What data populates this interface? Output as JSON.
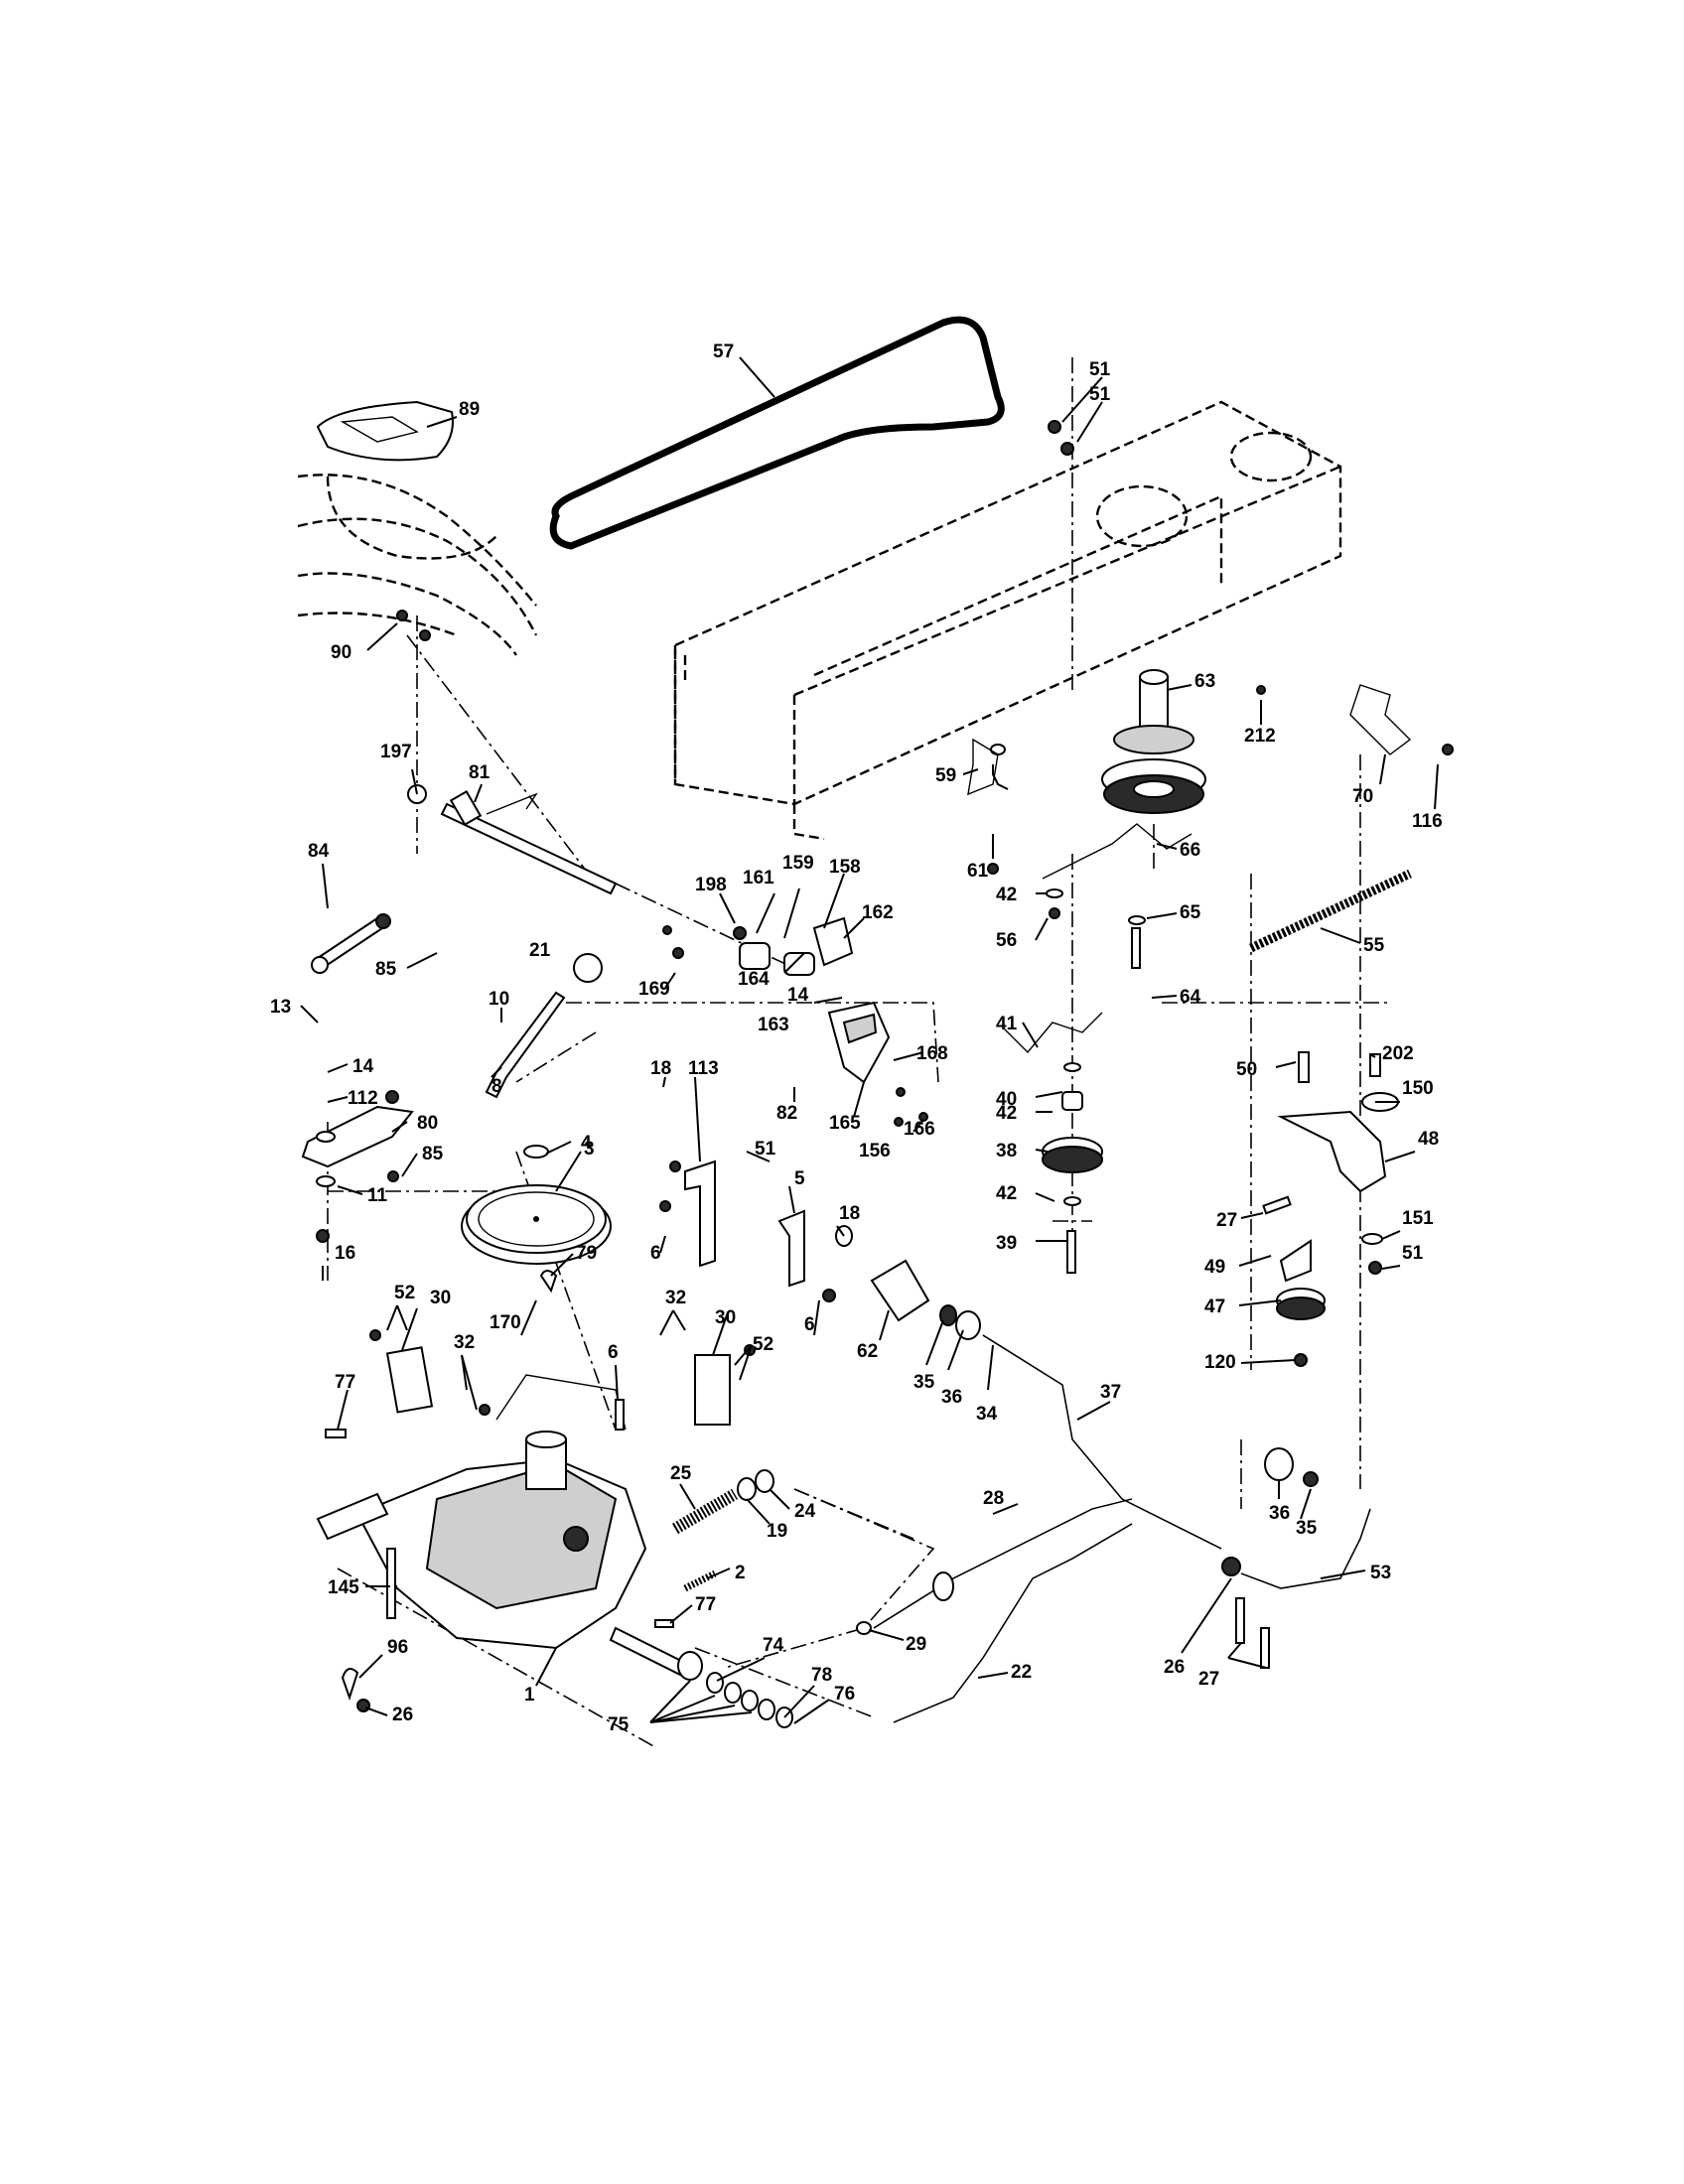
{
  "callouts": [
    {
      "id": "c57a",
      "label": "57"
    },
    {
      "id": "c89",
      "label": "89"
    },
    {
      "id": "c51a",
      "label": "51"
    },
    {
      "id": "c51b",
      "label": "51"
    },
    {
      "id": "c90",
      "label": "90"
    },
    {
      "id": "c63",
      "label": "63"
    },
    {
      "id": "c212",
      "label": "212"
    },
    {
      "id": "c70",
      "label": "70"
    },
    {
      "id": "c116",
      "label": "116"
    },
    {
      "id": "c197",
      "label": "197"
    },
    {
      "id": "c81",
      "label": "81"
    },
    {
      "id": "c59",
      "label": "59"
    },
    {
      "id": "c61",
      "label": "61"
    },
    {
      "id": "c84",
      "label": "84"
    },
    {
      "id": "c198",
      "label": "198"
    },
    {
      "id": "c161",
      "label": "161"
    },
    {
      "id": "c159",
      "label": "159"
    },
    {
      "id": "c158",
      "label": "158"
    },
    {
      "id": "c162",
      "label": "162"
    },
    {
      "id": "c66",
      "label": "66"
    },
    {
      "id": "c42a",
      "label": "42"
    },
    {
      "id": "c65",
      "label": "65"
    },
    {
      "id": "c56",
      "label": "56"
    },
    {
      "id": "c55",
      "label": "55"
    },
    {
      "id": "c85a",
      "label": "85"
    },
    {
      "id": "c21",
      "label": "21"
    },
    {
      "id": "c169",
      "label": "169"
    },
    {
      "id": "c164",
      "label": "164"
    },
    {
      "id": "c14a",
      "label": "14"
    },
    {
      "id": "c64",
      "label": "64"
    },
    {
      "id": "c10",
      "label": "10"
    },
    {
      "id": "c163",
      "label": "163"
    },
    {
      "id": "c41",
      "label": "41"
    },
    {
      "id": "c13",
      "label": "13"
    },
    {
      "id": "c14b",
      "label": "14"
    },
    {
      "id": "c112",
      "label": "112"
    },
    {
      "id": "c8",
      "label": "8"
    },
    {
      "id": "c168",
      "label": "168"
    },
    {
      "id": "c82",
      "label": "82"
    },
    {
      "id": "c42b",
      "label": "42"
    },
    {
      "id": "c50",
      "label": "50"
    },
    {
      "id": "c202",
      "label": "202"
    },
    {
      "id": "c80",
      "label": "80"
    },
    {
      "id": "c4",
      "label": "4"
    },
    {
      "id": "c18a",
      "label": "18"
    },
    {
      "id": "c113",
      "label": "113"
    },
    {
      "id": "c150",
      "label": "150"
    },
    {
      "id": "c85b",
      "label": "85"
    },
    {
      "id": "c3",
      "label": "3"
    },
    {
      "id": "c51c",
      "label": "51"
    },
    {
      "id": "c165",
      "label": "165"
    },
    {
      "id": "c166",
      "label": "166"
    },
    {
      "id": "c40",
      "label": "40"
    },
    {
      "id": "c156",
      "label": "156"
    },
    {
      "id": "c38",
      "label": "38"
    },
    {
      "id": "c48",
      "label": "48"
    },
    {
      "id": "c11",
      "label": "11"
    },
    {
      "id": "c5",
      "label": "5"
    },
    {
      "id": "c42c",
      "label": "42"
    },
    {
      "id": "c27a",
      "label": "27"
    },
    {
      "id": "c18b",
      "label": "18"
    },
    {
      "id": "c6a",
      "label": "6"
    },
    {
      "id": "c39",
      "label": "39"
    },
    {
      "id": "c151",
      "label": "151"
    },
    {
      "id": "c79",
      "label": "79"
    },
    {
      "id": "c51d",
      "label": "51"
    },
    {
      "id": "c16",
      "label": "16"
    },
    {
      "id": "c49",
      "label": "49"
    },
    {
      "id": "c52a",
      "label": "52"
    },
    {
      "id": "c30a",
      "label": "30"
    },
    {
      "id": "c32a",
      "label": "32"
    },
    {
      "id": "c6b",
      "label": "6"
    },
    {
      "id": "c30b",
      "label": "30"
    },
    {
      "id": "c47",
      "label": "47"
    },
    {
      "id": "c32b",
      "label": "32"
    },
    {
      "id": "c170",
      "label": "170"
    },
    {
      "id": "c52b",
      "label": "52"
    },
    {
      "id": "c62",
      "label": "62"
    },
    {
      "id": "c120",
      "label": "120"
    },
    {
      "id": "c6c",
      "label": "6"
    },
    {
      "id": "c37",
      "label": "37"
    },
    {
      "id": "c77a",
      "label": "77"
    },
    {
      "id": "c35a",
      "label": "35"
    },
    {
      "id": "c36a",
      "label": "36"
    },
    {
      "id": "c34",
      "label": "34"
    },
    {
      "id": "c25",
      "label": "25"
    },
    {
      "id": "c24",
      "label": "24"
    },
    {
      "id": "c19",
      "label": "19"
    },
    {
      "id": "c28",
      "label": "28"
    },
    {
      "id": "c36b",
      "label": "36"
    },
    {
      "id": "c35b",
      "label": "35"
    },
    {
      "id": "c2",
      "label": "2"
    },
    {
      "id": "c53",
      "label": "53"
    },
    {
      "id": "c145",
      "label": "145"
    },
    {
      "id": "c77b",
      "label": "77"
    },
    {
      "id": "c29",
      "label": "29"
    },
    {
      "id": "c74",
      "label": "74"
    },
    {
      "id": "c96",
      "label": "96"
    },
    {
      "id": "c1",
      "label": "1"
    },
    {
      "id": "c78",
      "label": "78"
    },
    {
      "id": "c76",
      "label": "76"
    },
    {
      "id": "c22",
      "label": "22"
    },
    {
      "id": "c26a",
      "label": "26"
    },
    {
      "id": "c27b",
      "label": "27"
    },
    {
      "id": "c75",
      "label": "75"
    },
    {
      "id": "c26b",
      "label": "26"
    }
  ]
}
